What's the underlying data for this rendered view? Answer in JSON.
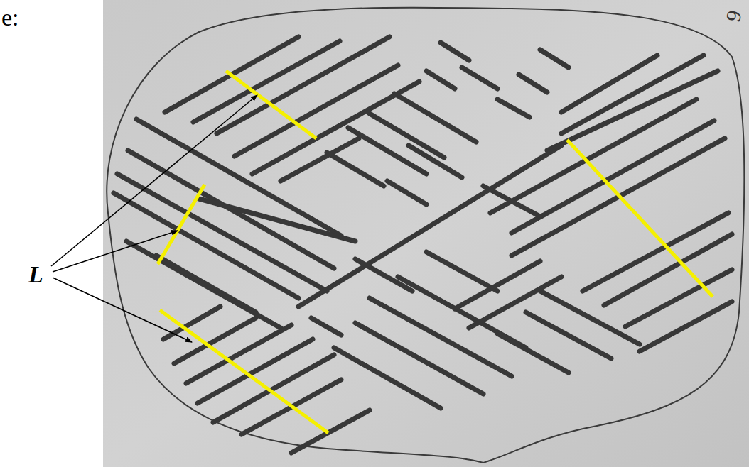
{
  "diagram": {
    "labels": [
      "e:",
      "L",
      "9"
    ]
  }
}
